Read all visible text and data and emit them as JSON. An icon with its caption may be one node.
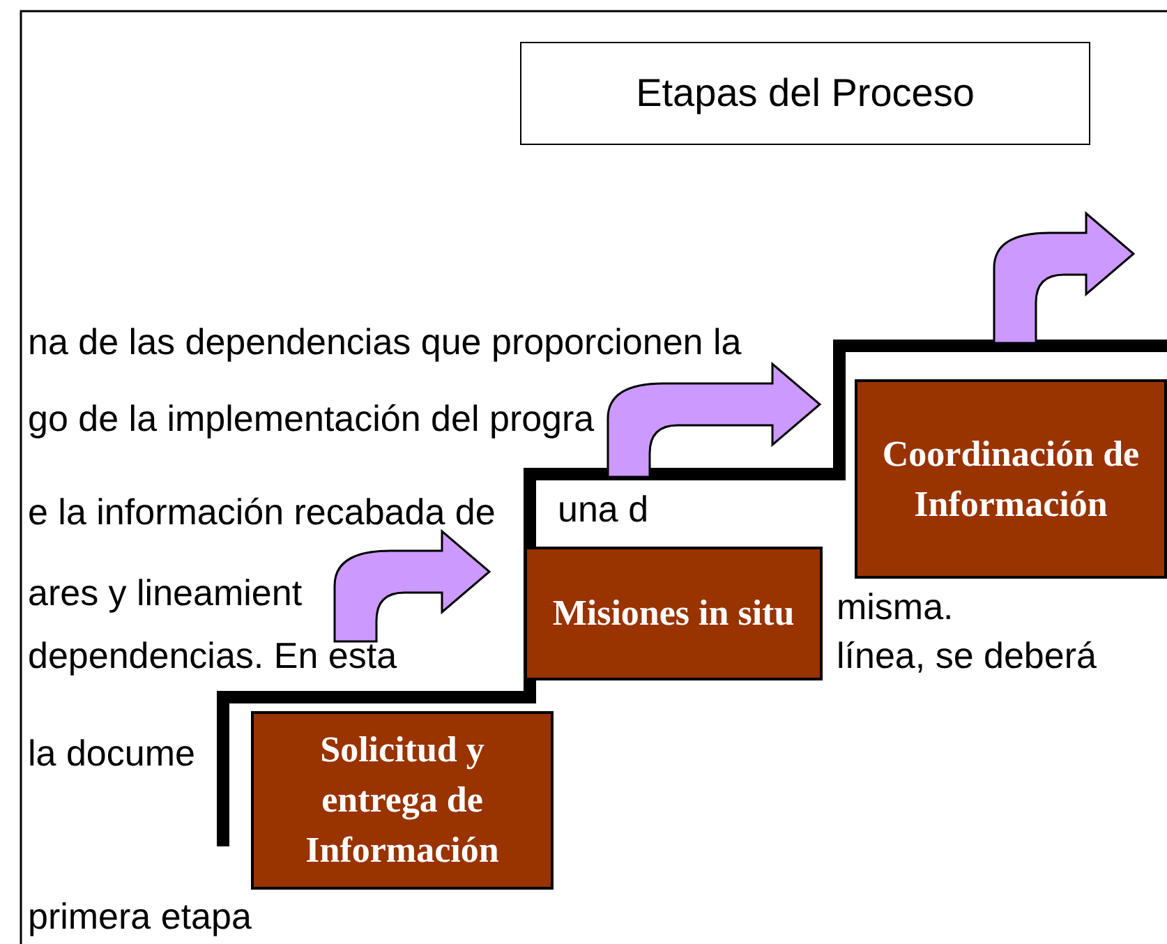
{
  "diagram": {
    "nodes": [
      {
        "text": [
          "Etapas del Proceso"
        ]
      },
      {
        "text": [
          "Solicitud y entrega de Información"
        ]
      },
      {
        "text": [
          "Misiones in situ"
        ]
      },
      {
        "text": [
          "Coordinación de Información"
        ]
      }
    ],
    "edges": [
      {
        "from": 1,
        "to": 2,
        "arrow": "to"
      },
      {
        "from": 2,
        "to": 3,
        "arrow": "to"
      },
      {
        "from": 3,
        "to": null,
        "arrow": "to"
      }
    ],
    "labels": [
      "na de las dependencias que proporcionen la",
      "go de la implementación del progra",
      "e la información recabada de",
      "una d",
      "ares y lineamient",
      "misma.",
      "dependencias. En esta",
      "línea, se deberá",
      "la docume",
      "primera etapa"
    ]
  }
}
